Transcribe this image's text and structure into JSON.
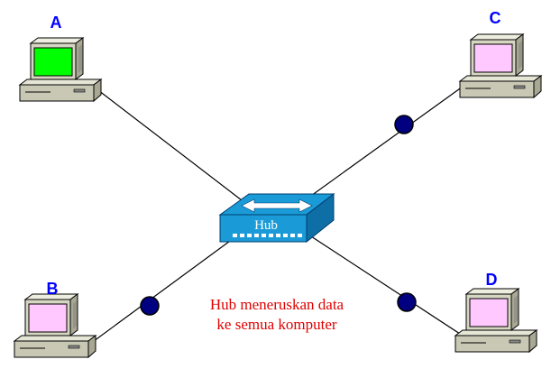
{
  "nodes": [
    {
      "id": "A",
      "label": "A",
      "screen_color": "#00ff00"
    },
    {
      "id": "B",
      "label": "B",
      "screen_color": "#ffc8ff"
    },
    {
      "id": "C",
      "label": "C",
      "screen_color": "#ffc8ff"
    },
    {
      "id": "D",
      "label": "D",
      "screen_color": "#ffc8ff"
    }
  ],
  "hub": {
    "label": "Hub",
    "color": "#1a9bd7"
  },
  "caption": {
    "line1": "Hub meneruskan data",
    "line2": "ke semua komputer",
    "color": "#e00000"
  },
  "colors": {
    "label": "#0000ff",
    "packet": "#000080",
    "link": "#000000"
  }
}
